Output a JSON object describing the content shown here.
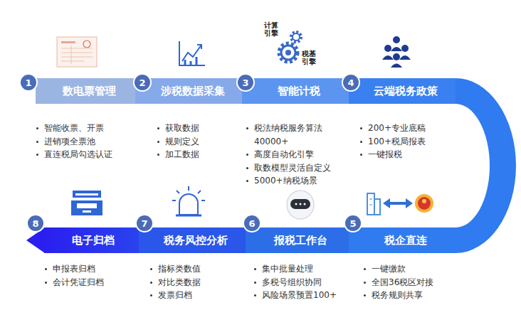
{
  "diagram": {
    "nodes": [
      {
        "text": [
          "1"
        ]
      },
      {
        "text": [
          "数电票管理"
        ]
      },
      {
        "text": [
          "2"
        ]
      },
      {
        "text": [
          "涉税数据采集"
        ]
      },
      {
        "text": [
          "3"
        ]
      },
      {
        "text": [
          "智能计税"
        ]
      },
      {
        "text": [
          "4"
        ]
      },
      {
        "text": [
          "云端税务政策"
        ]
      },
      {
        "text": [
          "5"
        ]
      },
      {
        "text": [
          "税企直连"
        ]
      },
      {
        "text": [
          "6"
        ]
      },
      {
        "text": [
          "报税工作台"
        ]
      },
      {
        "text": [
          "7"
        ]
      },
      {
        "text": [
          "税务风控分析"
        ]
      },
      {
        "text": [
          "8"
        ]
      },
      {
        "text": [
          "电子归档"
        ]
      }
    ],
    "labels": [
      "计算 引擎",
      "税基 引擎",
      "智能收票、开票",
      "进销项全票池",
      "直连税局勾选认证",
      "获取数据",
      "规则定义",
      "加工数据",
      "税法纳税服务算法 40000+",
      "高度自动化引擎",
      "取数模型灵活自定义",
      "5000+纳税场景",
      "200+专业底稿",
      "100+税局报表",
      "一键报税",
      "一键缴款",
      "全国36税区对接",
      "税务规则共享",
      "集中批量处理",
      "多税号组织协同",
      "风险场景预置100+",
      "指标类数值",
      "对比类数据",
      "发票归档",
      "申报表归档",
      "会计凭证归档"
    ]
  }
}
